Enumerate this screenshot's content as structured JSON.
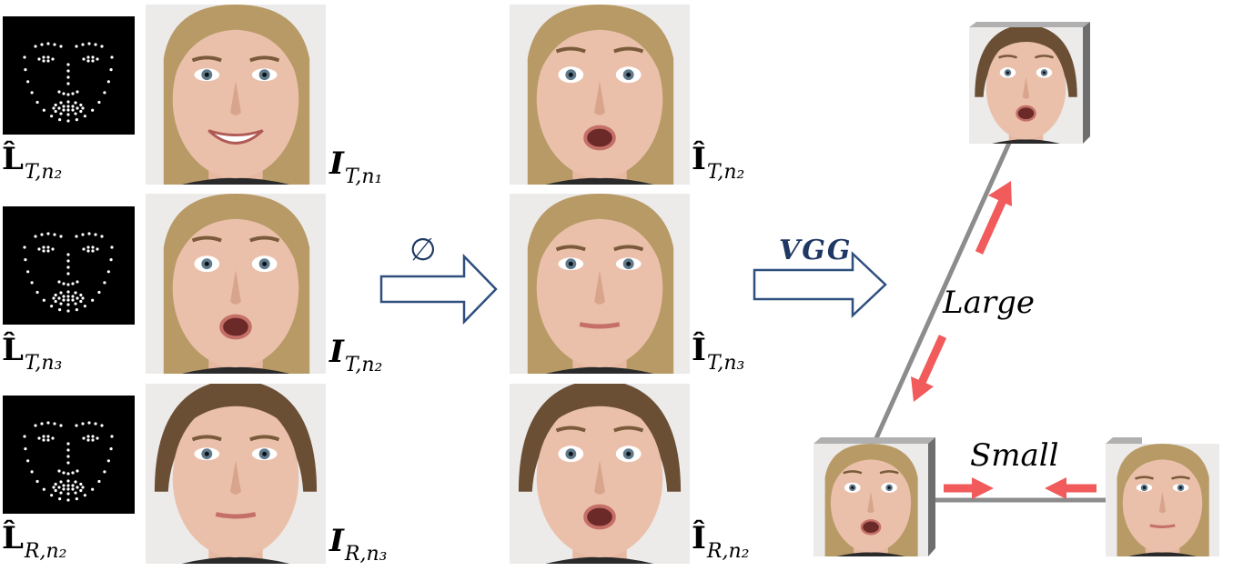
{
  "landmarks": [
    {
      "label_main": "L̂",
      "label_sub": "T,n₂"
    },
    {
      "label_main": "L̂",
      "label_sub": "T,n₃"
    },
    {
      "label_main": "L̂",
      "label_sub": "R,n₂"
    }
  ],
  "inputs": [
    {
      "label_main": "I",
      "label_sub": "T,n₁",
      "expression": "smile",
      "gender": "female"
    },
    {
      "label_main": "I",
      "label_sub": "T,n₂",
      "expression": "surprise",
      "gender": "female"
    },
    {
      "label_main": "I",
      "label_sub": "R,n₃",
      "expression": "neutral",
      "gender": "male"
    }
  ],
  "outputs": [
    {
      "label_main": "Î",
      "label_sub": "T,n₂",
      "expression": "surprise",
      "gender": "female"
    },
    {
      "label_main": "Î",
      "label_sub": "T,n₃",
      "expression": "neutral",
      "gender": "female"
    },
    {
      "label_main": "Î",
      "label_sub": "R,n₂",
      "expression": "surprise",
      "gender": "male"
    }
  ],
  "arrows": {
    "phi_label": "∅",
    "vgg_label": "VGG"
  },
  "triangle": {
    "large_label": "Large",
    "small_label": "Small",
    "accent_color": "#f15b5b",
    "line_color": "#8c8c8c"
  },
  "colors": {
    "arrow_stroke": "#2f4f7f",
    "vgg_text": "#1f3864"
  }
}
